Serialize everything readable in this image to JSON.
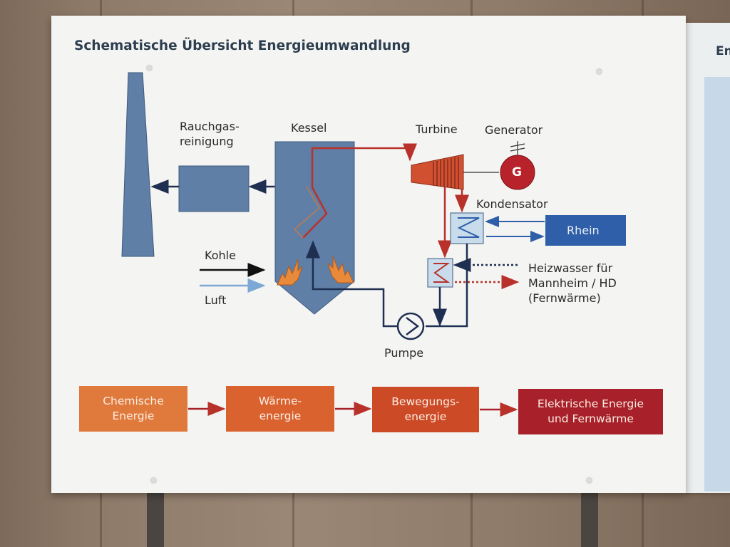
{
  "title": "Schematische Übersicht Energieumwandlung",
  "side_title": "En",
  "components": {
    "rauchgas": "Rauchgas-\nreinigung",
    "kessel": "Kessel",
    "turbine": "Turbine",
    "generator": "Generator",
    "generator_symbol": "G",
    "kondensator": "Kondensator",
    "rhein": "Rhein",
    "kohle": "Kohle",
    "luft": "Luft",
    "pumpe": "Pumpe",
    "heizwasser": "Heizwasser für\nMannheim / HD\n(Fernwärme)"
  },
  "energy_chain": [
    {
      "label": "Chemische\nEnergie",
      "color": "#e07a3c"
    },
    {
      "label": "Wärme-\nenergie",
      "color": "#d9622f"
    },
    {
      "label": "Bewegungs-\nenergie",
      "color": "#cc4a26"
    },
    {
      "label": "Elektrische Energie\nund Fernwärme",
      "color": "#a8212a"
    }
  ],
  "colors": {
    "steel_blue": "#5f7fa6",
    "dark_navy": "#1f2f52",
    "steam_red": "#b8322b",
    "rhein_blue": "#2f5fa8",
    "flame": "#e88a3a"
  }
}
